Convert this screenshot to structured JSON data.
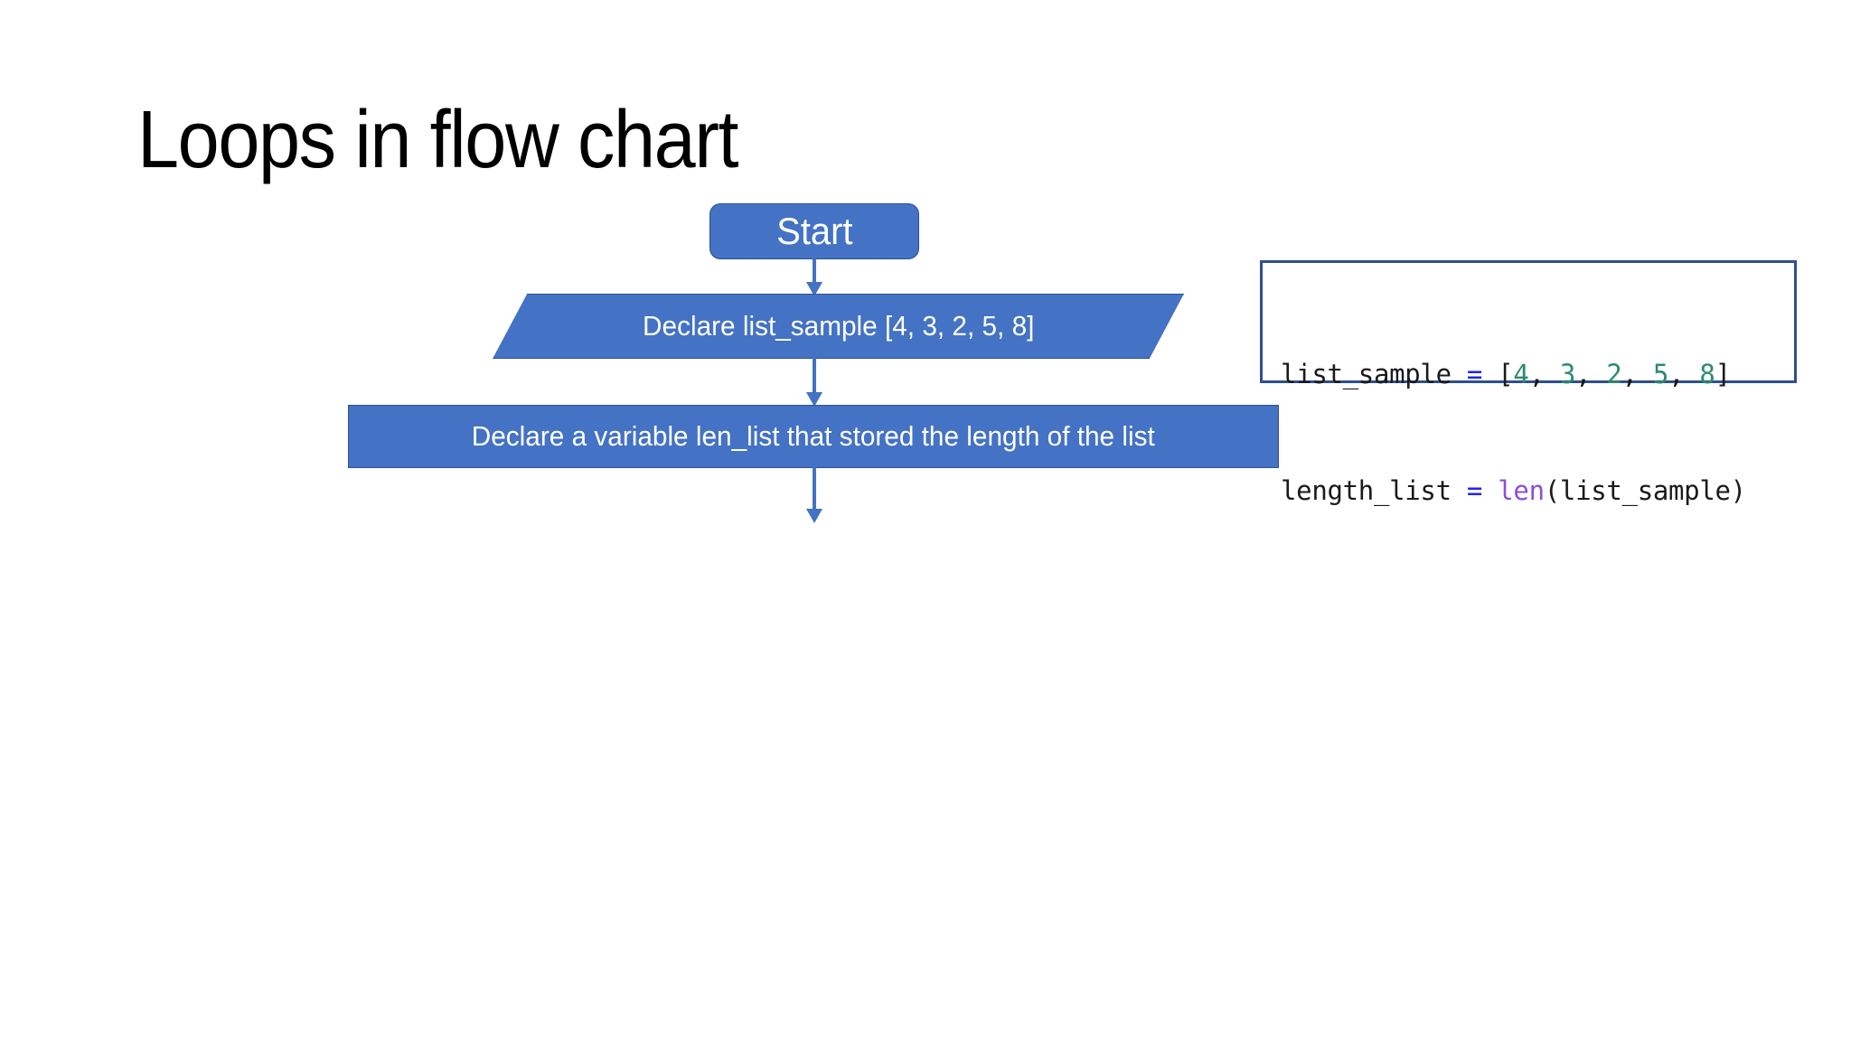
{
  "slide": {
    "title": "Loops in flow chart",
    "background_color": "#FFFFFF"
  },
  "theme": {
    "shape_fill": "#4472C4",
    "shape_border": "#2E528F",
    "shape_text": "#FFFFFF",
    "connector_color": "#4472C4",
    "code_border": "#2F4F8C",
    "code_background": "#FFFFFF",
    "code_text": "#1A1A1A",
    "code_operator": "#2222EE",
    "code_number": "#2E8B6F",
    "code_function": "#8D4FD0"
  },
  "flowchart": {
    "nodes": [
      {
        "id": "start",
        "shape": "rounded-rectangle",
        "label": "Start"
      },
      {
        "id": "declare-list",
        "shape": "parallelogram",
        "label": "Declare list_sample  [4, 3, 2, 5, 8]"
      },
      {
        "id": "declare-len",
        "shape": "rectangle",
        "label": "Declare a variable len_list that stored the length of the list"
      }
    ],
    "connectors": [
      {
        "id": "start-to-list",
        "from": "start",
        "to": "declare-list",
        "direction": "down",
        "arrowhead": "solid"
      },
      {
        "id": "list-to-len",
        "from": "declare-list",
        "to": "declare-len",
        "direction": "down",
        "arrowhead": "solid"
      },
      {
        "id": "len-to-next",
        "from": "declare-len",
        "to": "",
        "direction": "down",
        "arrowhead": "solid"
      }
    ]
  },
  "code_snippet": {
    "language": "python",
    "lines": [
      {
        "id": "line-1",
        "text": "list_sample = [4, 3, 2, 5, 8]",
        "tokens": [
          {
            "t": "list_sample ",
            "k": "plain"
          },
          {
            "t": "=",
            "k": "operator"
          },
          {
            "t": " [",
            "k": "plain"
          },
          {
            "t": "4",
            "k": "number"
          },
          {
            "t": ", ",
            "k": "plain"
          },
          {
            "t": "3",
            "k": "number"
          },
          {
            "t": ", ",
            "k": "plain"
          },
          {
            "t": "2",
            "k": "number"
          },
          {
            "t": ", ",
            "k": "plain"
          },
          {
            "t": "5",
            "k": "number"
          },
          {
            "t": ", ",
            "k": "plain"
          },
          {
            "t": "8",
            "k": "number"
          },
          {
            "t": "]",
            "k": "plain"
          }
        ]
      },
      {
        "id": "line-2",
        "text": "length_list = len(list_sample)",
        "tokens": [
          {
            "t": "length_list ",
            "k": "plain"
          },
          {
            "t": "=",
            "k": "operator"
          },
          {
            "t": " ",
            "k": "plain"
          },
          {
            "t": "len",
            "k": "function"
          },
          {
            "t": "(list_sample)",
            "k": "plain"
          }
        ]
      }
    ]
  }
}
